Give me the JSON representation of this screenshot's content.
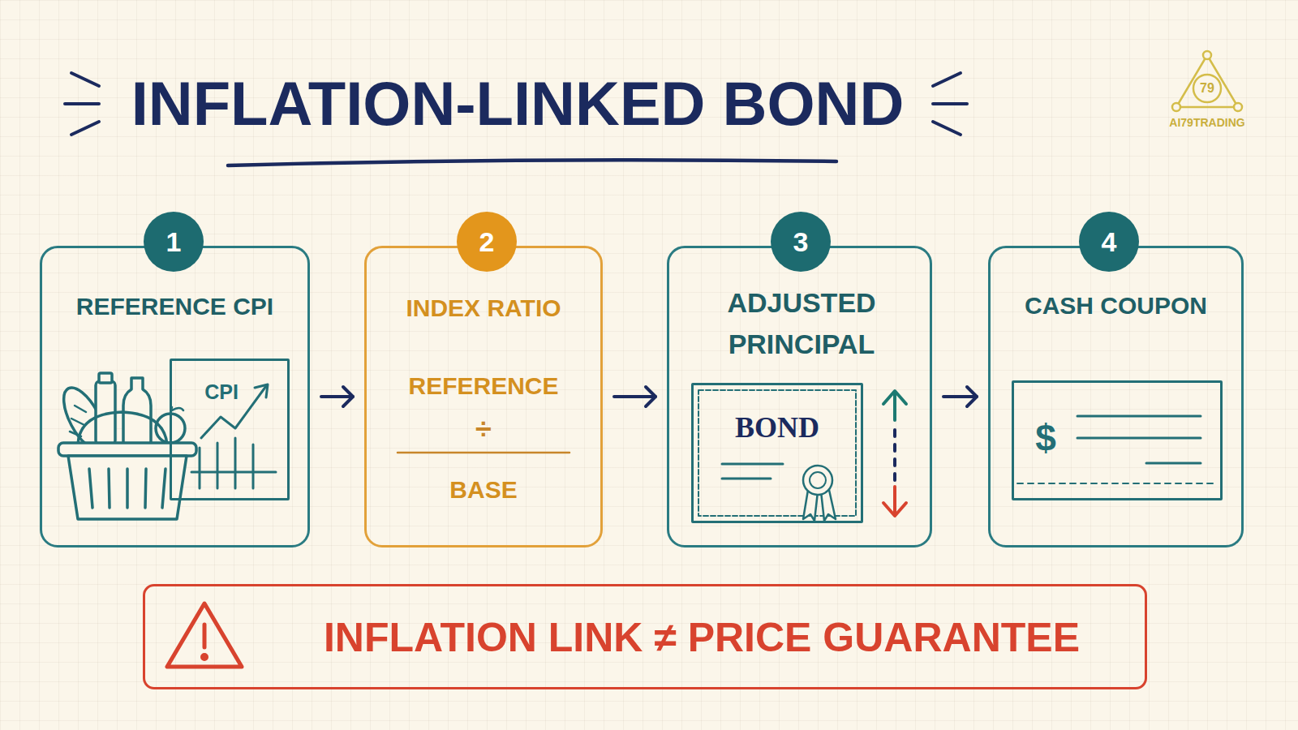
{
  "diagram": {
    "title": "INFLATION-LINKED BOND",
    "nodes": [
      {
        "text": [
          "REFERENCE CPI"
        ]
      },
      {
        "text": [
          "1"
        ],
        "in": 0
      },
      {
        "text": [
          "CPI"
        ],
        "in": 0
      },
      {
        "text": [
          "INDEX RATIO",
          "REFERENCE",
          "÷",
          "BASE"
        ]
      },
      {
        "text": [
          "2"
        ],
        "in": 3
      },
      {
        "text": [
          "ADJUSTED PRINCIPAL"
        ]
      },
      {
        "text": [
          "3"
        ],
        "in": 5
      },
      {
        "text": [
          "BOND"
        ],
        "in": 5
      },
      {
        "text": [
          "CASH COUPON"
        ]
      },
      {
        "text": [
          "4"
        ],
        "in": 8
      },
      {
        "text": [
          "$"
        ],
        "in": 8
      },
      {
        "text": [
          "INFLATION LINK ≠ PRICE GUARANTEE"
        ]
      }
    ],
    "edges": [
      {
        "from": 0,
        "to": 3,
        "arrow": "to"
      },
      {
        "from": 3,
        "to": 5,
        "arrow": "to"
      },
      {
        "from": 5,
        "to": 8,
        "arrow": "to"
      }
    ],
    "labels": [
      "79",
      "AI79TRADING"
    ]
  }
}
